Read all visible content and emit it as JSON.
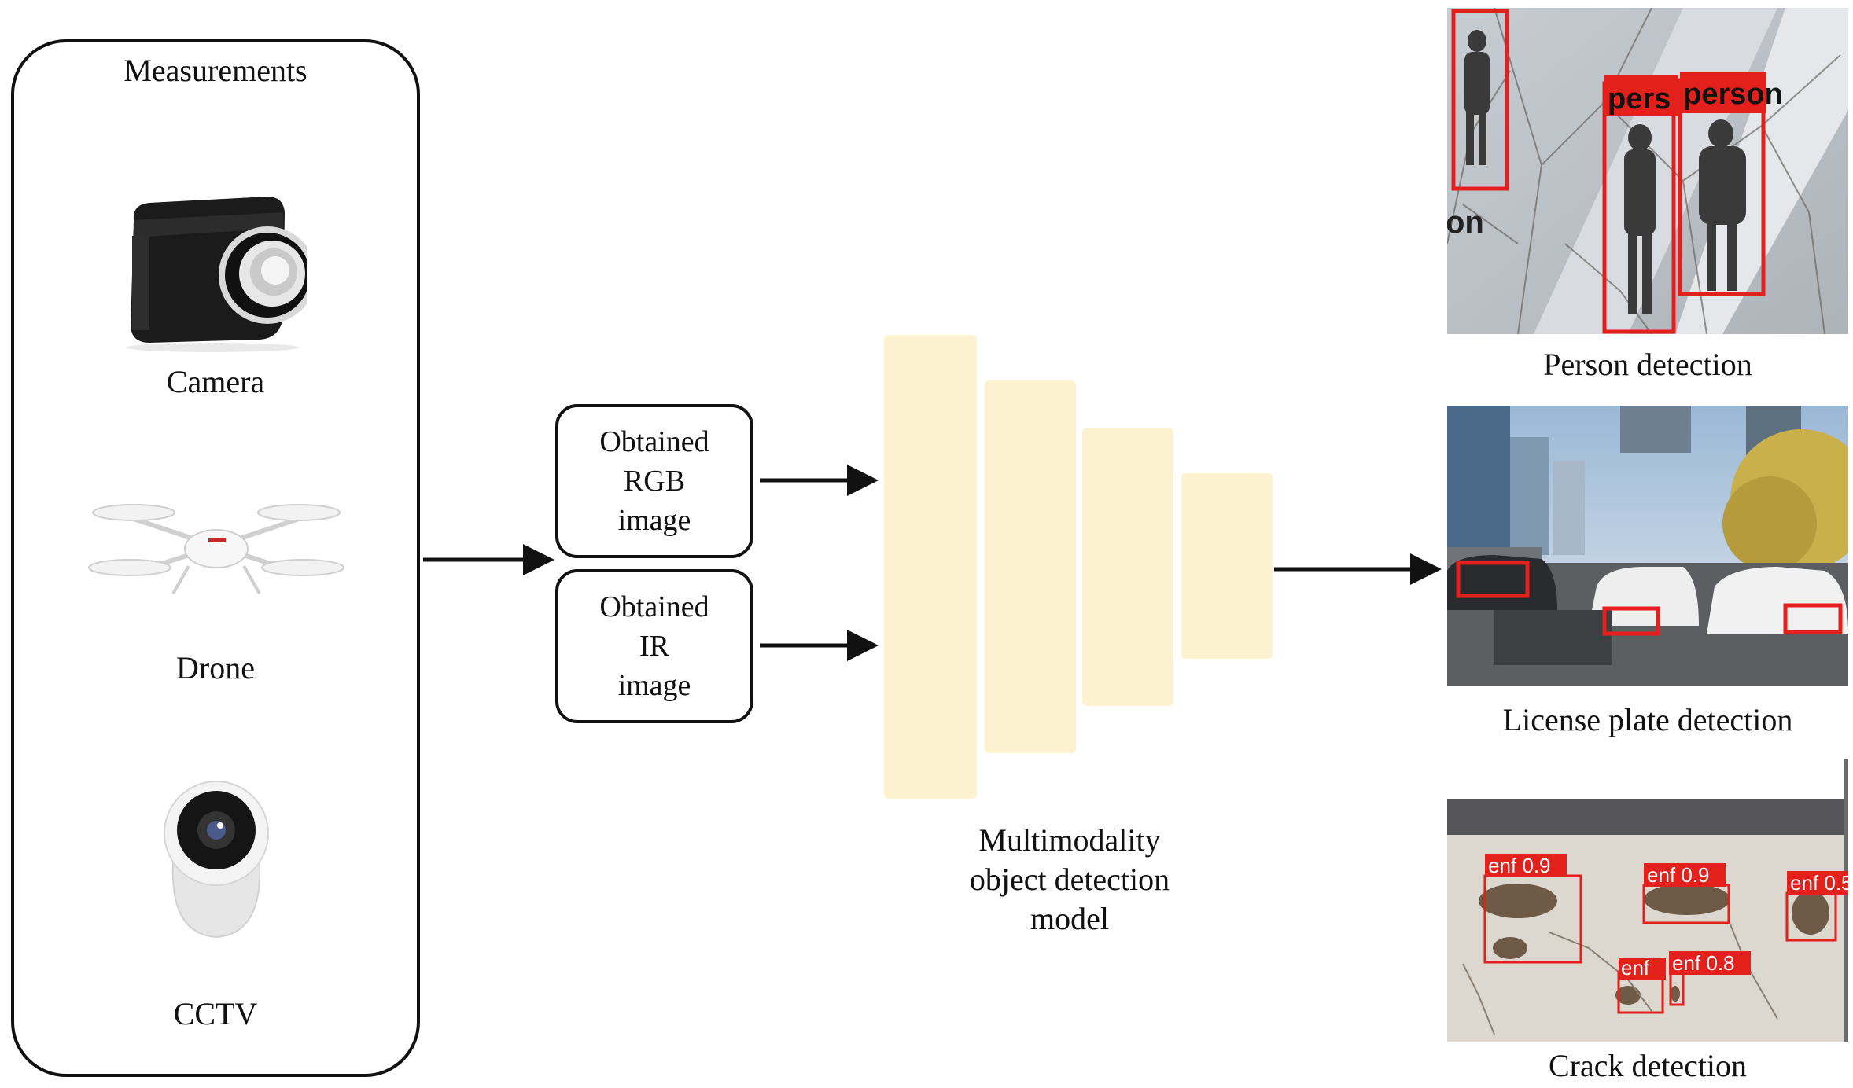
{
  "measurements": {
    "title": "Measurements",
    "devices": [
      {
        "label": "Camera",
        "icon": "camera-icon"
      },
      {
        "label": "Drone",
        "icon": "drone-icon"
      },
      {
        "label": "CCTV",
        "icon": "cctv-icon"
      }
    ]
  },
  "inputs": {
    "rgb": [
      "Obtained",
      "RGB",
      "image"
    ],
    "ir": [
      "Obtained",
      "IR",
      "image"
    ]
  },
  "model": {
    "caption": [
      "Multimodality",
      "object detection",
      "model"
    ],
    "layer_color": "#fdf2cf"
  },
  "outputs": {
    "person": {
      "caption": "Person detection",
      "box_labels": [
        "pers",
        "person",
        "on"
      ]
    },
    "plate": {
      "caption": "License plate detection"
    },
    "crack": {
      "caption": "Crack detection",
      "box_labels": [
        "enf 0.9",
        "enf 0.9",
        "enf 0.5",
        "enf 0.8",
        "enf"
      ]
    }
  },
  "colors": {
    "detection_box": "#e3201b",
    "stroke": "#111111"
  }
}
